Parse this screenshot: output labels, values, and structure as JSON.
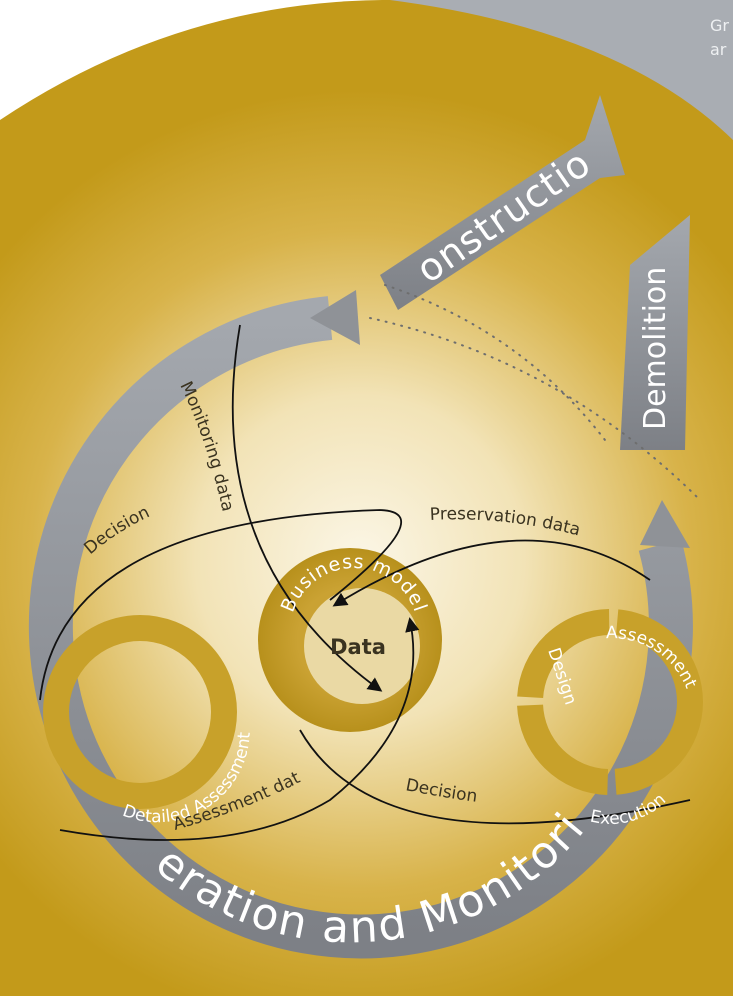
{
  "corner_text": {
    "line1": "Gr",
    "line2": "ar"
  },
  "lifecycle": {
    "construction": "Construction",
    "demolition": "Demolition",
    "operation": "Operation and Monitoring"
  },
  "center": {
    "ring_label": "Business model",
    "core_label": "Data"
  },
  "left_cycle": {
    "label": "Detailed Assessment"
  },
  "right_cycle": {
    "assessment": "Assessment",
    "design": "Design",
    "execution": "Execution"
  },
  "flows": {
    "monitoring_data": "Monitoring data",
    "decision_left": "Decision",
    "preservation_data": "Preservation data",
    "assessment_data": "Assessment data",
    "decision_bottom": "Decision"
  },
  "colors": {
    "gold": "#c39a1a",
    "gold_light": "#f6ecd0",
    "grey": "#8a8d92",
    "grey_light": "#a7abb1",
    "cycle_gold": "#c8a12a"
  }
}
